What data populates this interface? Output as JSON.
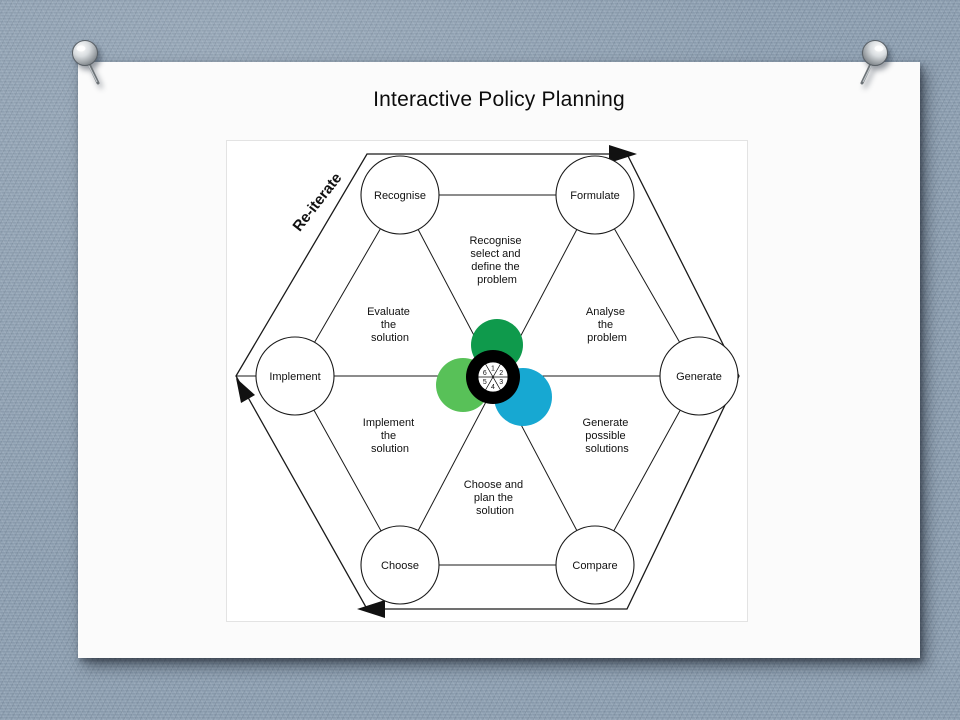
{
  "slide": {
    "title": "Interactive Policy Planning"
  },
  "diagram": {
    "reiterate_label": "Re-iterate",
    "nodes": [
      {
        "label": "Recognise"
      },
      {
        "label": "Formulate"
      },
      {
        "label": "Generate"
      },
      {
        "label": "Compare"
      },
      {
        "label": "Choose"
      },
      {
        "label": "Implement"
      }
    ],
    "segments": [
      {
        "lines": [
          "Recognise",
          "select and",
          "define the",
          "problem"
        ]
      },
      {
        "lines": [
          "Analyse",
          "the",
          "problem"
        ]
      },
      {
        "lines": [
          "Generate",
          "possible",
          "solutions"
        ]
      },
      {
        "lines": [
          "Choose and",
          "plan the",
          "solution"
        ]
      },
      {
        "lines": [
          "Implement",
          "the",
          "solution"
        ]
      },
      {
        "lines": [
          "Evaluate",
          "the",
          "solution"
        ]
      }
    ],
    "center_numbers": [
      "1",
      "2",
      "3",
      "4",
      "5",
      "6"
    ],
    "colors": {
      "dark_green": "#0f9a4c",
      "light_green": "#58c158",
      "cyan": "#17a8d2",
      "core": "#000000"
    },
    "icons": {
      "push_pin_left": "silver-push-pin",
      "push_pin_right": "silver-push-pin",
      "cycle_arrowheads": "solid-black-triangle"
    }
  }
}
